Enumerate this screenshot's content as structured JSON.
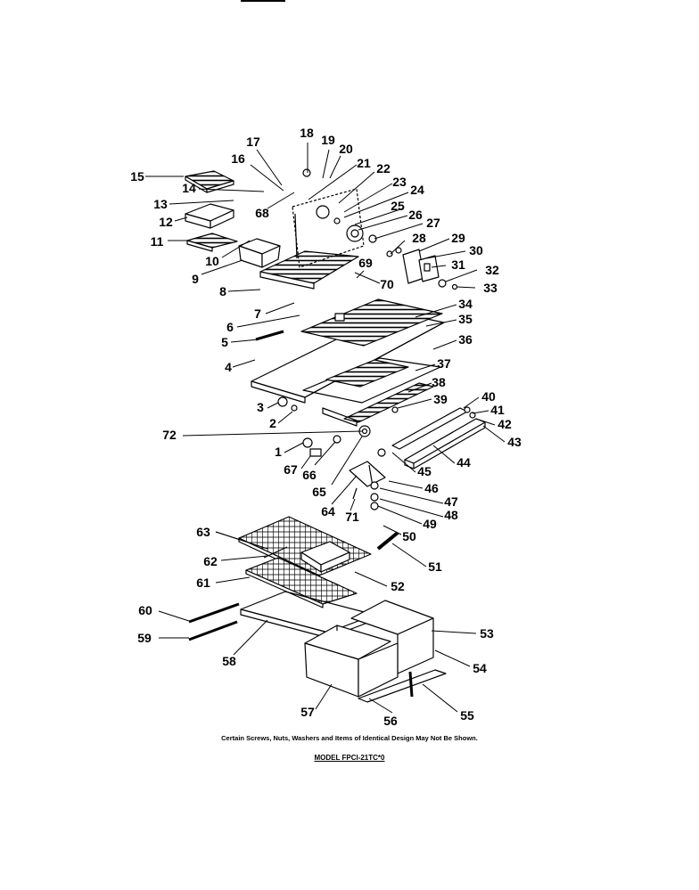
{
  "parts": [
    "1",
    "2",
    "3",
    "4",
    "5",
    "6",
    "7",
    "8",
    "9",
    "10",
    "11",
    "12",
    "13",
    "14",
    "15",
    "16",
    "17",
    "18",
    "19",
    "20",
    "21",
    "22",
    "23",
    "24",
    "25",
    "26",
    "27",
    "28",
    "29",
    "30",
    "31",
    "32",
    "33",
    "34",
    "35",
    "36",
    "37",
    "38",
    "39",
    "40",
    "41",
    "42",
    "43",
    "44",
    "45",
    "46",
    "47",
    "48",
    "49",
    "50",
    "51",
    "52",
    "53",
    "54",
    "55",
    "56",
    "57",
    "58",
    "59",
    "60",
    "61",
    "62",
    "63",
    "64",
    "65",
    "66",
    "67",
    "68",
    "69",
    "70",
    "71",
    "72"
  ],
  "footer": {
    "note": "Certain Screws, Nuts, Washers and Items of Identical Design May Not Be Shown.",
    "model": "MODEL FPCI-21TC*0"
  }
}
